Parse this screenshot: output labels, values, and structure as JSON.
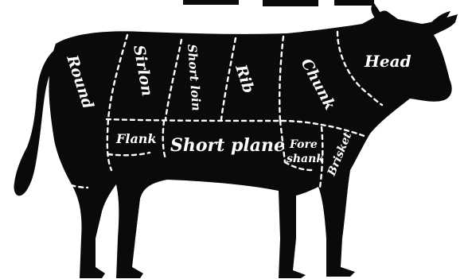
{
  "diagram": {
    "colors": {
      "background": "#ffffff",
      "silhouette": "#0a0a0a",
      "lines_and_text": "#ffffff"
    },
    "title_fragment": "",
    "cuts": {
      "round": "Round",
      "sirloin": "Sirlon",
      "short_loin": "Short loin",
      "rib": "Rib",
      "chunk": "Chunk",
      "head": "Head",
      "flank": "Flank",
      "short_plane": "Short plane",
      "fore_shank_line1": "Fore",
      "fore_shank_line2": "shank",
      "brisket": "Brisket"
    }
  }
}
